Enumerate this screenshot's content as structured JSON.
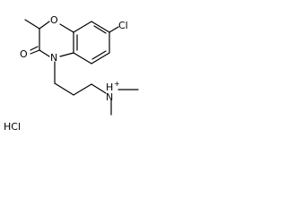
{
  "structure": {
    "atoms": {
      "oxygen_ring": "O",
      "oxygen_carbonyl": "O",
      "nitrogen_ring": "N",
      "chlorine": "Cl",
      "ammonium_n": "N",
      "ammonium_h": "H",
      "ammonium_charge": "+"
    },
    "salt_label": "HCl"
  },
  "colors": {
    "bonds": "#000000",
    "background": "#ffffff"
  }
}
